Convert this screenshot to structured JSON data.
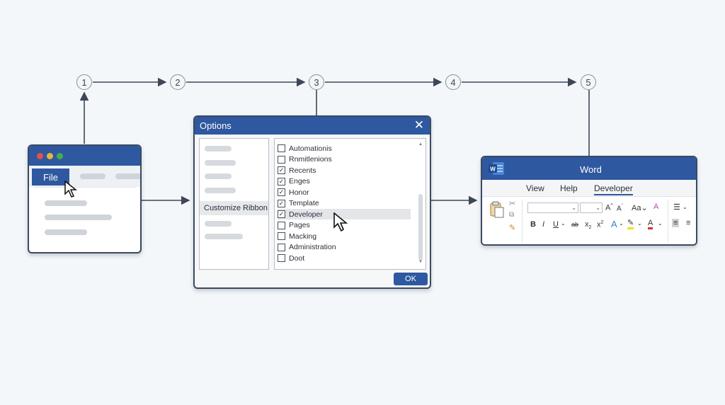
{
  "steps": [
    "1",
    "2",
    "3",
    "4",
    "5"
  ],
  "colors": {
    "accent": "#2e58a0",
    "connector": "#3e4756",
    "dot_red": "#e0524a",
    "dot_yellow": "#e8b43a",
    "dot_green": "#3fb04c"
  },
  "window1": {
    "file_label": "File"
  },
  "options_dialog": {
    "title": "Options",
    "close_label": "✕",
    "left_selected": "Customize Ribbon",
    "items": [
      {
        "label": "Automationis",
        "checked": false
      },
      {
        "label": "Rnmitlenions",
        "checked": false
      },
      {
        "label": "Recents",
        "checked": true
      },
      {
        "label": "Enges",
        "checked": true
      },
      {
        "label": "Honor",
        "checked": true
      },
      {
        "label": "Template",
        "checked": true
      },
      {
        "label": "Developer",
        "checked": true,
        "selected": true
      },
      {
        "label": "Pages",
        "checked": false
      },
      {
        "label": "Macking",
        "checked": false
      },
      {
        "label": "Administration",
        "checked": false
      },
      {
        "label": "Doot",
        "checked": false
      }
    ],
    "ok_label": "OK"
  },
  "word_window": {
    "title": "Word",
    "logo_letter": "W",
    "tabs": [
      "View",
      "Help",
      "Developer"
    ],
    "active_tab": "Developer"
  }
}
